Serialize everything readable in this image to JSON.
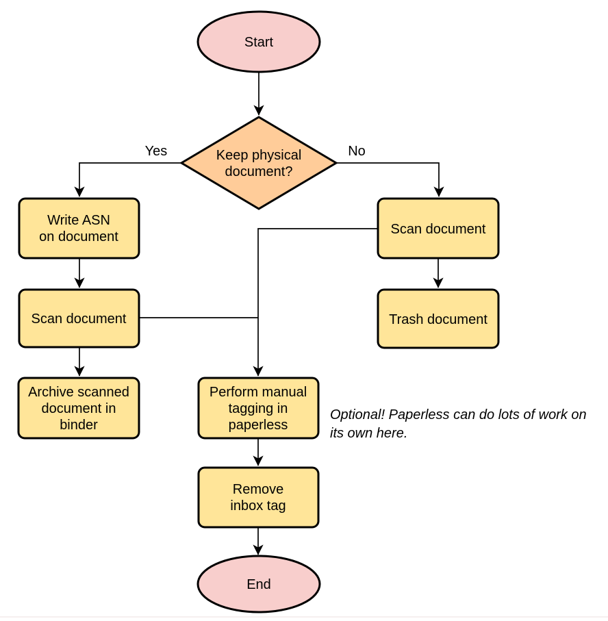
{
  "diagram": {
    "kind": "flowchart",
    "background": "#ffffff"
  },
  "colors": {
    "terminal_fill": "#f8cecc",
    "decision_fill": "#ffcc99",
    "process_fill": "#ffe599",
    "stroke": "#000000"
  },
  "nodes": {
    "start": {
      "label": "Start",
      "shape": "ellipse"
    },
    "decision": {
      "lines": [
        "Keep physical",
        "document?"
      ],
      "shape": "diamond"
    },
    "write_asn": {
      "lines": [
        "Write ASN",
        "on document"
      ],
      "shape": "rect"
    },
    "scan_left": {
      "label": "Scan document",
      "shape": "rect"
    },
    "archive": {
      "lines": [
        "Archive scanned",
        "document in",
        "binder"
      ],
      "shape": "rect"
    },
    "scan_right": {
      "label": "Scan document",
      "shape": "rect"
    },
    "trash": {
      "label": "Trash document",
      "shape": "rect"
    },
    "tagging": {
      "lines": [
        "Perform manual",
        "tagging in",
        "paperless"
      ],
      "shape": "rect"
    },
    "remove_inbox": {
      "lines": [
        "Remove",
        "inbox tag"
      ],
      "shape": "rect"
    },
    "end": {
      "label": "End",
      "shape": "ellipse"
    }
  },
  "edge_labels": {
    "yes": "Yes",
    "no": "No"
  },
  "note": {
    "lines": [
      "Optional! Paperless can do lots of work on",
      "its own here."
    ]
  }
}
